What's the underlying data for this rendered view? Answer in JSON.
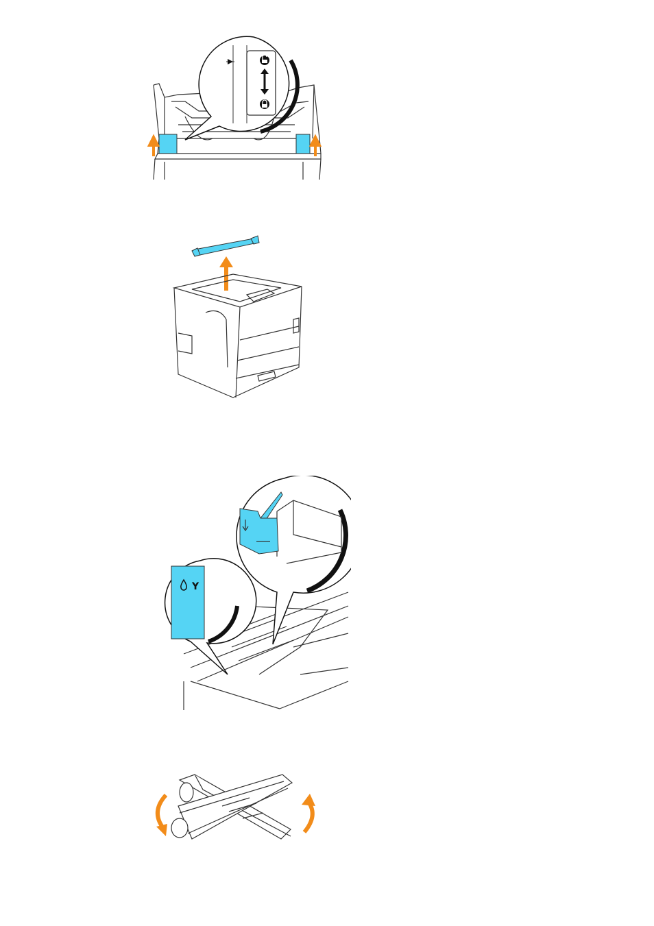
{
  "page": {
    "figures": [
      {
        "name": "unlock-levers-illustration",
        "icons": [
          "unlock-icon",
          "double-arrow-icon",
          "lock-icon",
          "up-arrow-icon"
        ]
      },
      {
        "name": "remove-cartridge-illustration",
        "icons": [
          "up-arrow-icon"
        ]
      },
      {
        "name": "insert-yellow-cartridge-illustration",
        "icons": [
          "toner-drop-icon"
        ],
        "slot_label": "Y"
      },
      {
        "name": "shake-cartridge-illustration",
        "icons": [
          "rotate-arrow-left-icon",
          "rotate-arrow-right-icon"
        ]
      }
    ]
  },
  "colors": {
    "accent_blue": "#55d4f4",
    "arrow_orange": "#f28c1a",
    "line": "#333333"
  },
  "labels": {
    "yellow_slot": "Y"
  }
}
